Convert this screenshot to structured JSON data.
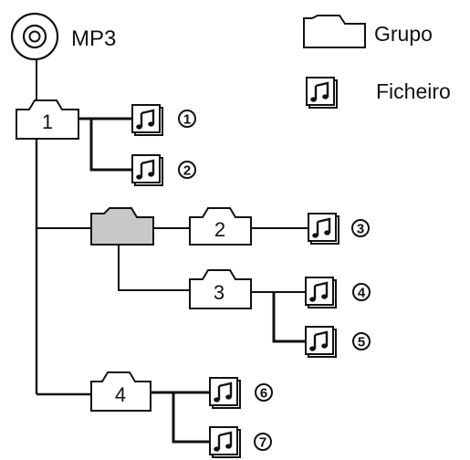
{
  "root": {
    "label": "MP3",
    "icon": "cd-disc-icon"
  },
  "legend": {
    "group_label": "Grupo",
    "group_icon": "folder-icon",
    "file_label": "Ficheiro",
    "file_icon": "music-note-file-icon"
  },
  "groups": [
    {
      "id": "g1",
      "label": "1",
      "shaded": false
    },
    {
      "id": "gx",
      "label": "",
      "shaded": true
    },
    {
      "id": "g2",
      "label": "2",
      "shaded": false
    },
    {
      "id": "g3",
      "label": "3",
      "shaded": false
    },
    {
      "id": "g4",
      "label": "4",
      "shaded": false
    }
  ],
  "files": [
    {
      "number": "1",
      "parent": "g1"
    },
    {
      "number": "2",
      "parent": "g1"
    },
    {
      "number": "3",
      "parent": "g2"
    },
    {
      "number": "4",
      "parent": "g3"
    },
    {
      "number": "5",
      "parent": "g3"
    },
    {
      "number": "6",
      "parent": "g4"
    },
    {
      "number": "7",
      "parent": "g4"
    }
  ],
  "colors": {
    "line": "#111111",
    "shaded_folder": "#c8c8c8",
    "background": "#ffffff"
  }
}
